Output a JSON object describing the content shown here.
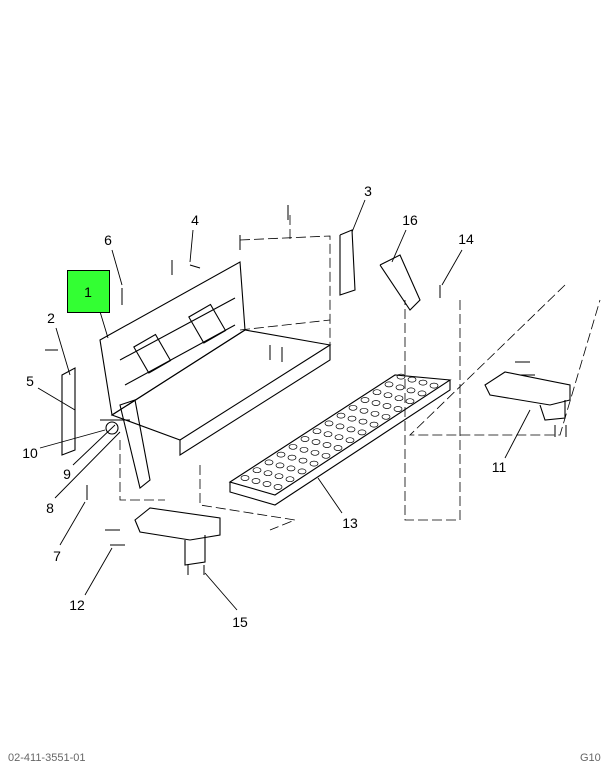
{
  "diagram": {
    "highlight_color": "#33ff33",
    "callouts": [
      "1",
      "2",
      "3",
      "4",
      "5",
      "6",
      "7",
      "8",
      "9",
      "10",
      "11",
      "12",
      "13",
      "14",
      "15",
      "16"
    ],
    "footer_left": "02-411-3551-01",
    "footer_right": "G10"
  }
}
